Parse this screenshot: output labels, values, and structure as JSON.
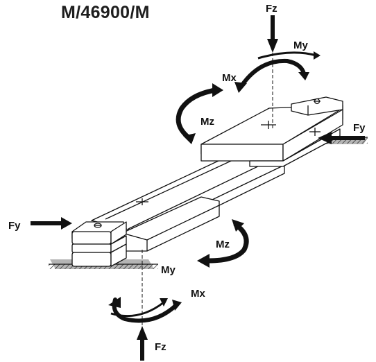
{
  "title": "M/46900/M",
  "labels": {
    "fz_top": "Fz",
    "my_top": "My",
    "mx_top": "Mx",
    "mz_top": "Mz",
    "fy_right": "Fy",
    "fy_left": "Fy",
    "mz_bottom": "Mz",
    "my_bottom": "My",
    "mx_bottom": "Mx",
    "fz_bottom": "Fz"
  },
  "colors": {
    "ink": "#111111",
    "ground_shadow": "#b5b5b5",
    "background": "#ffffff"
  }
}
